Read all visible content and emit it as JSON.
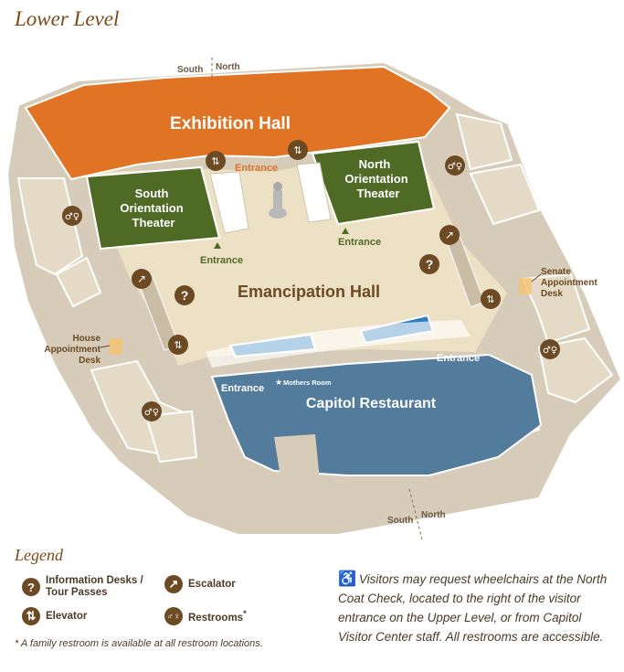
{
  "title": "Lower Level",
  "compass_top": {
    "south": "South",
    "north": "North"
  },
  "compass_bottom": {
    "south": "South",
    "north": "North"
  },
  "rooms": {
    "exhibition_hall": "Exhibition Hall",
    "south_theater": [
      "South",
      "Orientation",
      "Theater"
    ],
    "north_theater": [
      "North",
      "Orientation",
      "Theater"
    ],
    "emancipation_hall": "Emancipation Hall",
    "capitol_restaurant": "Capitol Restaurant",
    "mothers_room": "Mothers Room"
  },
  "entrances": {
    "exhibition": "Entrance",
    "south_theater": "Entrance",
    "north_theater": "Entrance",
    "restaurant_left": "Entrance",
    "restaurant_right": "Entrance"
  },
  "desks": {
    "senate": [
      "Senate",
      "Appointment",
      "Desk"
    ],
    "house": [
      "House",
      "Appointment",
      "Desk"
    ]
  },
  "icons": {
    "info": "?",
    "restroom": "♂♀",
    "elevator": "⇅",
    "escalator": "↗"
  },
  "colors": {
    "exhibition": "#e07424",
    "theater": "#4e6a24",
    "restaurant": "#537b9c",
    "floor": "#ede1c5",
    "walls": "#cfc4b0",
    "label_brown": "#6b4a24"
  },
  "legend": {
    "heading": "Legend",
    "info": "Information Desks / Tour Passes",
    "elevator": "Elevator",
    "escalator": "Escalator",
    "restrooms": "Restrooms",
    "restrooms_mark": "*",
    "footnote": "* A family restroom is available at all restroom locations."
  },
  "wheelchair_note": "Visitors may request wheelchairs at the North Coat Check, located to the right of the visitor entrance on the Upper Level, or from Capitol Visitor Center staff. All restrooms are accessible."
}
